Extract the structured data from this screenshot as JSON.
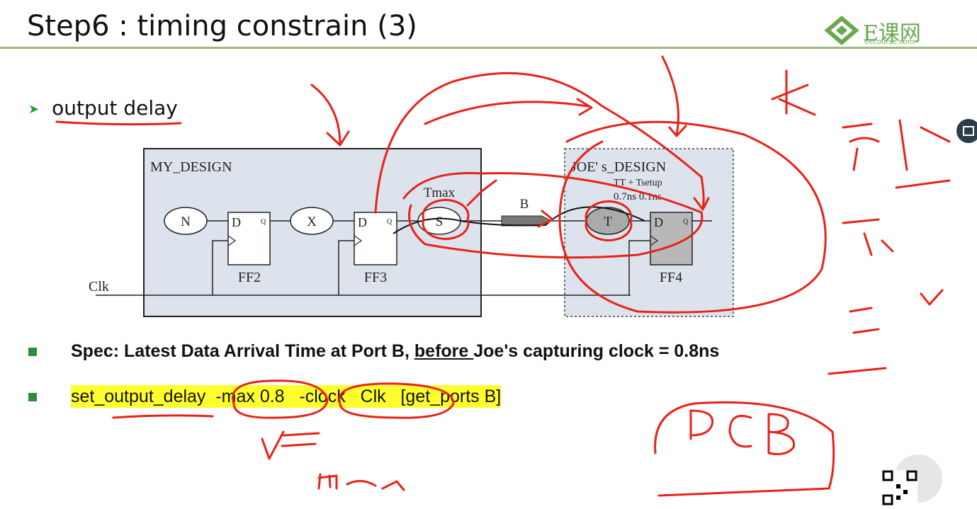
{
  "slide": {
    "title": "Step6 : timing constrain (3)",
    "logo_text": "E课网",
    "logo_sub": "eecourse.com",
    "bullet_output": "output delay",
    "spec_prefix": "Spec: Latest Data Arrival Time at Port B, ",
    "spec_before": "before ",
    "spec_suffix": "Joe's capturing clock = 0.8ns",
    "cmd_text": "set_output_delay  -max 0.8   -clock   Clk   [get_ports B]"
  },
  "diagram": {
    "my_design_label": "MY_DESIGN",
    "joe_design_label": "JOE' s_DESIGN",
    "node_n": "N",
    "node_x": "X",
    "node_s": "S",
    "node_t": "T",
    "tmax": "Tmax",
    "port_b": "B",
    "ff2": "FF2",
    "ff3": "FF3",
    "ff4": "FF4",
    "ff_d": "D",
    "ff_q": "Q",
    "clk_label": "Clk",
    "tt_setup": "TT + Tsetup",
    "tt_values": "0.7ns 0.1ns"
  },
  "colors": {
    "title_rule": "#9dbb7f",
    "bullet_green": "#2e8b3e",
    "highlight": "#ffff2e",
    "ink_red": "#e8221a",
    "design_box_bg": "#dde3ec"
  },
  "icons": [
    "logo-icon",
    "bullet-arrow-icon",
    "qr-code-icon",
    "bilibili-icon",
    "side-panel-icon"
  ]
}
